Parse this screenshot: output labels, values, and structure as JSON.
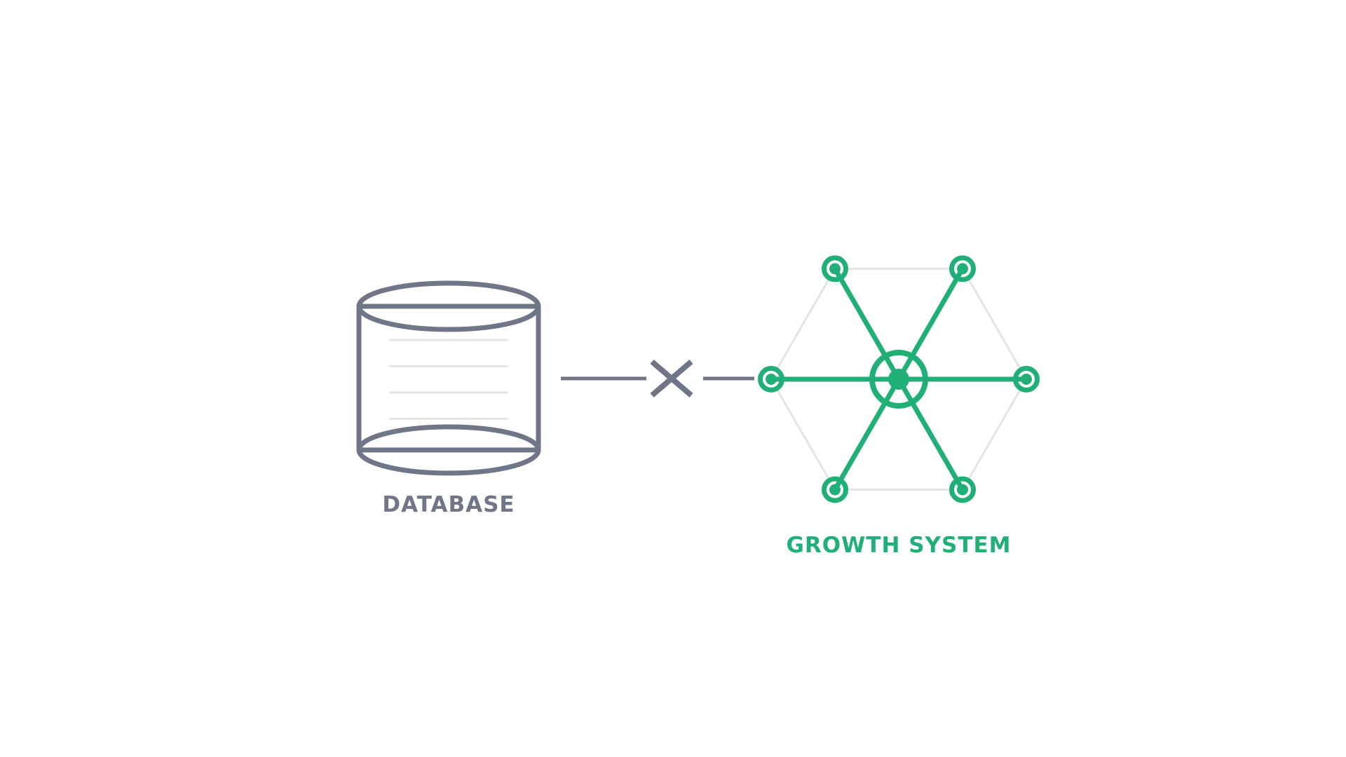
{
  "diagram": {
    "database": {
      "label": "DATABASE",
      "icon": "database-cylinder-icon",
      "record_line_count": 4
    },
    "connection": {
      "icon": "disconnect-x-icon",
      "symbol": "×"
    },
    "growth_system": {
      "label": "GROWTH SYSTEM",
      "icon": "growth-network-icon",
      "outer_node_count": 6,
      "shape": "hexagon"
    }
  },
  "colors": {
    "slate": "#6e7687",
    "lightgray": "#e3e4e6",
    "green": "#20b077",
    "background": "#ffffff"
  }
}
